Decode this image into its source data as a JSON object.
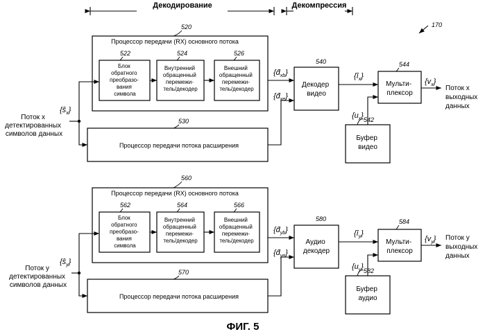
{
  "headers": {
    "decoding": "Декодирование",
    "decompression": "Декомпрессия"
  },
  "figure_ref": "170",
  "caption": "ФИГ. 5",
  "top": {
    "rx_proc_ref": "520",
    "rx_proc_title": "Процессор передачи (RX) основного потока",
    "sub1": {
      "ref": "522",
      "lines": [
        "Блок",
        "обратного",
        "преобразо-",
        "вания",
        "символа"
      ]
    },
    "sub2": {
      "ref": "524",
      "lines": [
        "Внутренний",
        "обращенный",
        "перемежи-",
        "тель/декодер"
      ]
    },
    "sub3": {
      "ref": "526",
      "lines": [
        "Внешний",
        "обращенный",
        "перемежи-",
        "тель/декодер"
      ]
    },
    "ext_ref": "530",
    "ext_title": "Процессор передачи потока расширения",
    "decoder_ref": "540",
    "decoder_lines": [
      "Декодер",
      "видео"
    ],
    "mux_ref": "544",
    "mux_lines": [
      "Мульти-",
      "плексор"
    ],
    "buffer_ref": "542",
    "buffer_lines": [
      "Буфер",
      "видео"
    ],
    "input_lines": [
      "Поток x",
      "детектированных",
      "символов данных"
    ],
    "output_lines": [
      "Поток x",
      "выходных",
      "данных"
    ],
    "sig_in": {
      "base": "{ŝ",
      "sub": "x",
      "close": "}"
    },
    "sig_db": {
      "base": "{d̂",
      "sub": "xb",
      "close": "}"
    },
    "sig_de": {
      "base": "{d̂",
      "sub": "xe",
      "close": "}"
    },
    "sig_i": {
      "base": "{î",
      "sub": "x",
      "close": "}"
    },
    "sig_v": {
      "base": "{v",
      "sub": "x",
      "close": "}"
    },
    "sig_u": {
      "base": "{u",
      "sub": "x",
      "close": "}"
    }
  },
  "bottom": {
    "rx_proc_ref": "560",
    "rx_proc_title": "Процессор передачи (RX) основного потока",
    "sub1": {
      "ref": "562",
      "lines": [
        "Блок",
        "обратного",
        "преобразо-",
        "вания",
        "символа"
      ]
    },
    "sub2": {
      "ref": "564",
      "lines": [
        "Внутренний",
        "обращенный",
        "перемежи-",
        "тель/декодер"
      ]
    },
    "sub3": {
      "ref": "566",
      "lines": [
        "Внешний",
        "обращенный",
        "перемежи-",
        "тель/декодер"
      ]
    },
    "ext_ref": "570",
    "ext_title": "Процессор передачи потока расширения",
    "decoder_ref": "580",
    "decoder_lines": [
      "Аудио",
      "декодер"
    ],
    "mux_ref": "584",
    "mux_lines": [
      "Мульти-",
      "плексор"
    ],
    "buffer_ref": "582",
    "buffer_lines": [
      "Буфер",
      "аудио"
    ],
    "input_lines": [
      "Поток y",
      "детектированных",
      "символов данных"
    ],
    "output_lines": [
      "Поток y",
      "выходных",
      "данных"
    ],
    "sig_in": {
      "base": "{ŝ",
      "sub": "y",
      "close": "}"
    },
    "sig_db": {
      "base": "{d̂",
      "sub": "yb",
      "close": "}"
    },
    "sig_de": {
      "base": "{d̂",
      "sub": "ye",
      "close": "}"
    },
    "sig_i": {
      "base": "{î",
      "sub": "y",
      "close": "}"
    },
    "sig_v": {
      "base": "{v",
      "sub": "y",
      "close": "}"
    },
    "sig_u": {
      "base": "{u",
      "sub": "y",
      "close": "}"
    }
  }
}
